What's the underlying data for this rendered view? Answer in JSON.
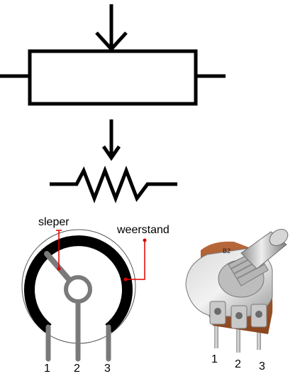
{
  "labels": {
    "wiper": "sleper",
    "resistor_track": "weerstand",
    "photo_marking": "B2"
  },
  "pins": {
    "diagram": [
      "1",
      "2",
      "3"
    ],
    "photo": [
      "1",
      "2",
      "3"
    ]
  },
  "colors": {
    "ink": "#000000",
    "annotation": "#e00000",
    "pin_grey": "#7a7a7a",
    "board_brown": "#a55a2c",
    "metal_silver": "#c8c8c8"
  }
}
